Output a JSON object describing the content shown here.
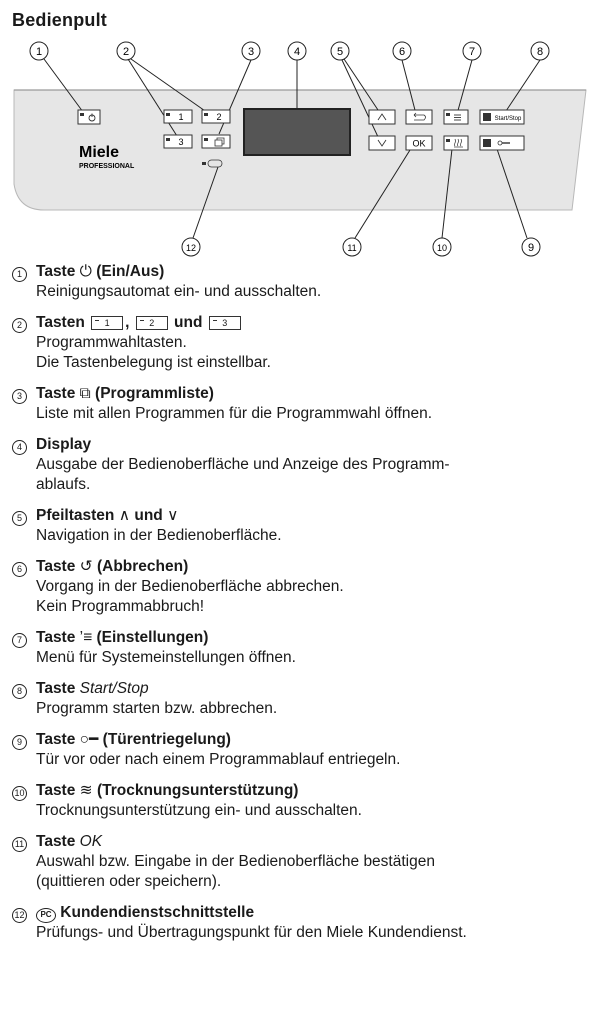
{
  "page_title": "Bedienpult",
  "panel": {
    "brand": "Miele",
    "brand_sub": "PROFESSIONAL",
    "key_labels": {
      "k1": "1",
      "k2": "2",
      "k3": "3",
      "ok": "OK",
      "startstop": "Start/Stop"
    },
    "callout_numbers": [
      "1",
      "2",
      "3",
      "4",
      "5",
      "6",
      "7",
      "8",
      "9",
      "10",
      "11",
      "12"
    ]
  },
  "items": [
    {
      "num": "1",
      "head_a": "Taste ",
      "glyph": "⏻",
      "head_b": " (Ein/Aus)",
      "desc": "Reinigungsautomat ein- und ausschalten."
    },
    {
      "num": "2",
      "head_a": "Tasten ",
      "k1": "1",
      "sep1": ", ",
      "k2": "2",
      "sep2": " und ",
      "k3": "3",
      "desc": "Programmwahltasten.\nDie Tastenbelegung ist einstellbar."
    },
    {
      "num": "3",
      "head_a": "Taste ",
      "glyph": "⧉",
      "head_b": " (Programmliste)",
      "desc": "Liste mit allen Programmen für die Programmwahl öffnen."
    },
    {
      "num": "4",
      "head_a": "Display",
      "desc": "Ausgabe der Bedienoberfläche und Anzeige des Programm-\nablaufs."
    },
    {
      "num": "5",
      "head_a": "Pfeiltasten ",
      "glyph": "∧",
      "head_b": " und ",
      "glyph2": "∨",
      "desc": "Navigation in der Bedienoberfläche."
    },
    {
      "num": "6",
      "head_a": "Taste ",
      "glyph": "↺",
      "head_b": " (Abbrechen)",
      "desc": "Vorgang in der Bedienoberfläche abbrechen.\nKein Programmabbruch!"
    },
    {
      "num": "7",
      "head_a": "Taste ",
      "glyph": "’≡",
      "head_b": " (Einstellungen)",
      "desc": "Menü für Systemeinstellungen öffnen."
    },
    {
      "num": "8",
      "head_a": "Taste ",
      "ital": "Start/Stop",
      "desc": "Programm starten bzw. abbrechen."
    },
    {
      "num": "9",
      "head_a": "Taste ",
      "glyph": "○━",
      "head_b": " (Türentriegelung)",
      "desc": "Tür vor oder nach einem Programmablauf entriegeln."
    },
    {
      "num": "10",
      "head_a": "Taste ",
      "glyph": "≋",
      "head_b": " (Trocknungsunterstützung)",
      "desc": "Trocknungsunterstützung ein- und ausschalten."
    },
    {
      "num": "11",
      "head_a": "Taste ",
      "ital": "OK",
      "desc": "Auswahl bzw. Eingabe in der Bedienoberfläche bestätigen\n(quittieren oder speichern)."
    },
    {
      "num": "12",
      "head_a": "",
      "glyph": "PC",
      "head_b": " Kundendienstschnittstelle",
      "desc": "Prüfungs- und Übertragungspunkt für den Miele Kundendienst."
    }
  ]
}
